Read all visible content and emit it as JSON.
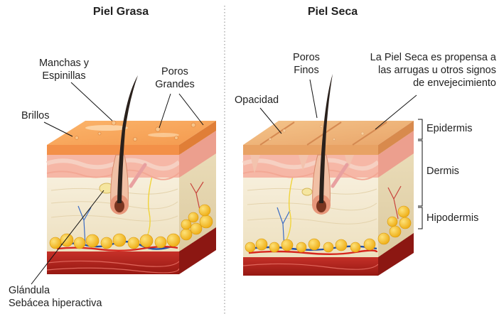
{
  "titles": {
    "oily": "Piel Grasa",
    "dry": "Piel Seca"
  },
  "oily_labels": {
    "spots_line1": "Manchas y",
    "spots_line2": "Espinillas",
    "large_pores_line1": "Poros",
    "large_pores_line2": "Grandes",
    "shine": "Brillos",
    "gland_line1": "Glándula",
    "gland_line2": "Sebácea hiperactiva"
  },
  "dry_labels": {
    "fine_pores_line1": "Poros",
    "fine_pores_line2": "Finos",
    "aging_line1": "La Piel Seca es propensa a",
    "aging_line2": "las arrugas u otros signos",
    "aging_line3": "de envejecimiento",
    "dullness": "Opacidad"
  },
  "layers": {
    "epidermis": "Epidermis",
    "dermis": "Dermis",
    "hypodermis": "Hipodermis"
  },
  "colors": {
    "oily_surface": "#f6a35a",
    "dry_surface": "#efb274",
    "dermis": "#f3ead2",
    "fat": "#f6c22b",
    "muscle": "#b8231d",
    "hair": "#2a211c"
  }
}
